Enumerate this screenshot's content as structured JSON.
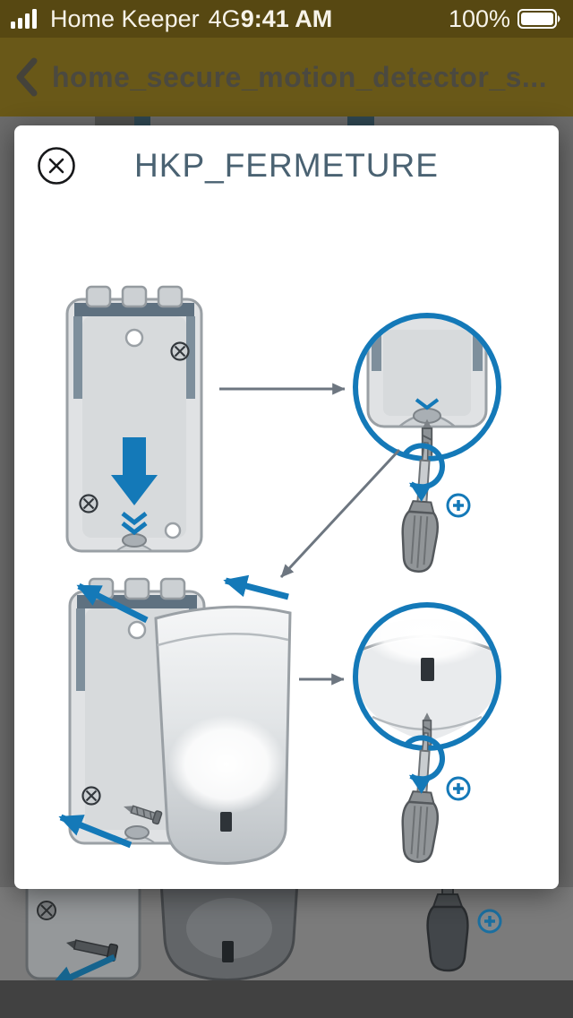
{
  "status_bar": {
    "carrier": "Home Keeper",
    "network": "4G",
    "time": "9:41 AM",
    "battery": "100%"
  },
  "nav_bar": {
    "title": "home_secure_motion_detector_s..."
  },
  "modal": {
    "title": "HKP_FERMETURE"
  },
  "icons": {
    "cellular_signal": "4-bars-full",
    "battery": "battery-full",
    "back": "chevron-left",
    "close": "circle-x",
    "zoom_detail": "blue-circle-magnifier",
    "screwdriver": "phillips-screwdriver",
    "rotate": "curved-arrow-clockwise",
    "phillips_screw": "plus-in-circle",
    "direction_arrow": "blue-solid-arrow",
    "step_flow_arrow": "gray-thin-arrow"
  },
  "colors": {
    "accent_blue": "#1479b8",
    "title_color": "#4a6272",
    "status_bar_bg": "#574812",
    "nav_bar_bg": "#695818",
    "overlay_bg": "#6b6b6b",
    "modal_bg": "#ffffff"
  }
}
